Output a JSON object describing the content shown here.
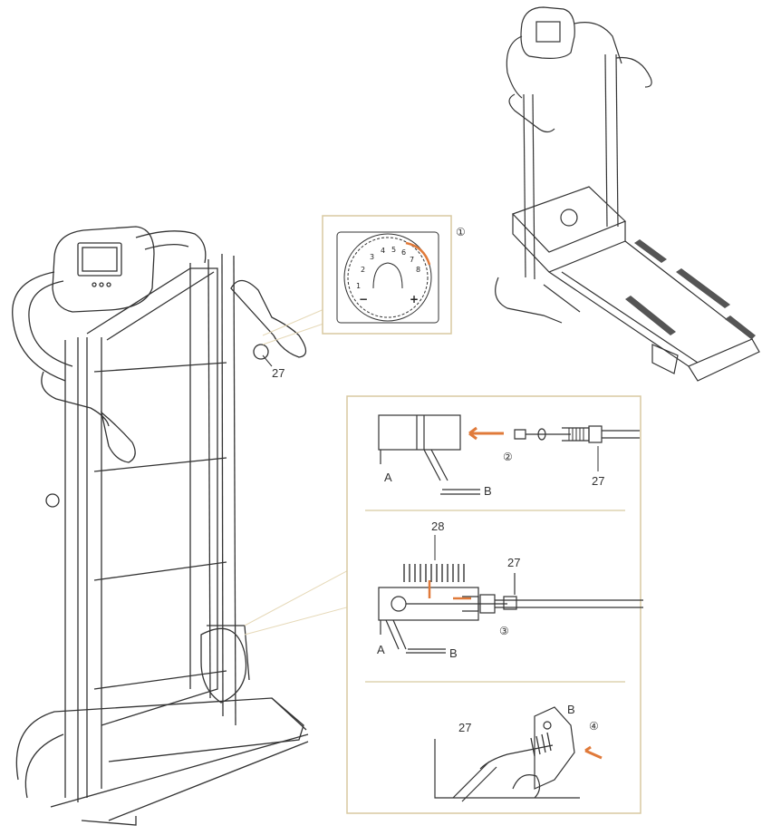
{
  "colors": {
    "line": "#333333",
    "panel_border": "#d8c9a0",
    "accent": "#e07a3a",
    "leader": "#e6d9b8"
  },
  "labels": {
    "part_27_main": "27",
    "step1_marker": "①",
    "step2_marker": "②",
    "step3_marker": "③",
    "step4_marker": "④",
    "p2_A": "A",
    "p2_B": "B",
    "p2_27": "27",
    "p3_28": "28",
    "p3_27": "27",
    "p3_A": "A",
    "p3_B": "B",
    "p4_27": "27",
    "p4_B": "B"
  },
  "dial": {
    "numbers": [
      "1",
      "2",
      "3",
      "4",
      "5",
      "6",
      "7",
      "8"
    ],
    "minus": "−",
    "plus": "+"
  },
  "icons": [
    "arrow-icon"
  ]
}
